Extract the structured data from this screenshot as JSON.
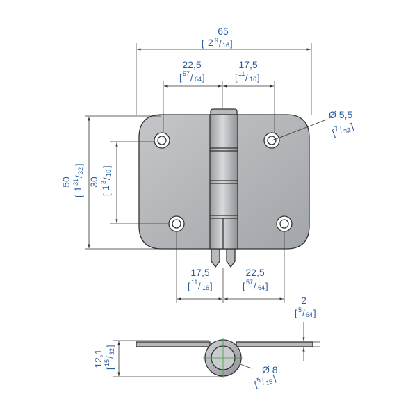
{
  "dimensions": {
    "overall_width": {
      "metric": "65",
      "imp_whole": "2",
      "imp_num": "9",
      "imp_den": "16"
    },
    "hole_left": {
      "metric": "22,5",
      "imp_whole": "",
      "imp_num": "57",
      "imp_den": "64"
    },
    "hole_right": {
      "metric": "17,5",
      "imp_whole": "",
      "imp_num": "11",
      "imp_den": "16"
    },
    "hole_dia": {
      "metric": "Ø 5,5",
      "imp_whole": "",
      "imp_num": "7",
      "imp_den": "32"
    },
    "height": {
      "metric": "50",
      "imp_whole": "1",
      "imp_num": "31",
      "imp_den": "32"
    },
    "hole_spacing": {
      "metric": "30",
      "imp_whole": "1",
      "imp_num": "3",
      "imp_den": "16"
    },
    "bottom_left": {
      "metric": "17,5",
      "imp_whole": "",
      "imp_num": "11",
      "imp_den": "16"
    },
    "bottom_right": {
      "metric": "22,5",
      "imp_whole": "",
      "imp_num": "57",
      "imp_den": "64"
    },
    "thickness": {
      "metric": "2",
      "imp_whole": "",
      "imp_num": "5",
      "imp_den": "64"
    },
    "side_height": {
      "metric": "12,1",
      "imp_whole": "",
      "imp_num": "15",
      "imp_den": "32"
    },
    "pin_dia": {
      "metric": "Ø 8",
      "imp_whole": "",
      "imp_num": "5",
      "imp_den": "16"
    }
  },
  "colors": {
    "dimension_text": "#2a5c9e",
    "plate_fill": "#aeb0b3",
    "outline": "#333333",
    "centerline": "#3aa03a"
  }
}
